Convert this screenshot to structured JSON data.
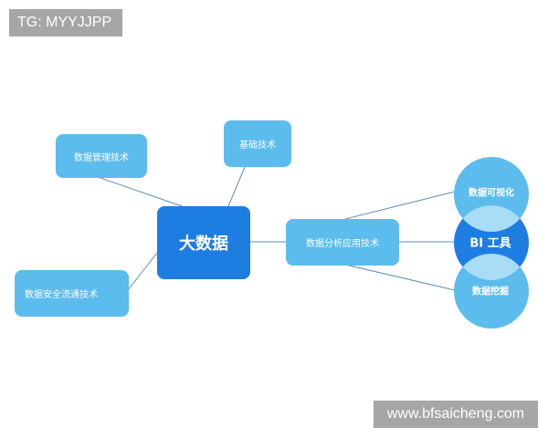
{
  "watermark": {
    "top_left": "TG: MYYJJPP",
    "bottom_right": "www.bfsaicheng.com"
  },
  "mindmap": {
    "center": "大数据",
    "branches": {
      "data_management": "数据管理技术",
      "foundation": "基础技术",
      "security": "数据安全流通技术",
      "analytics": "数据分析应用技术"
    },
    "bi": {
      "top": "数据可视化",
      "center": "BI 工具",
      "bottom": "数据挖掘"
    }
  },
  "colors": {
    "center_node": "#1e7de0",
    "branch_node": "#5cbced",
    "venn_overlap": "#a8dcf7",
    "connector": "#5b8db8"
  }
}
